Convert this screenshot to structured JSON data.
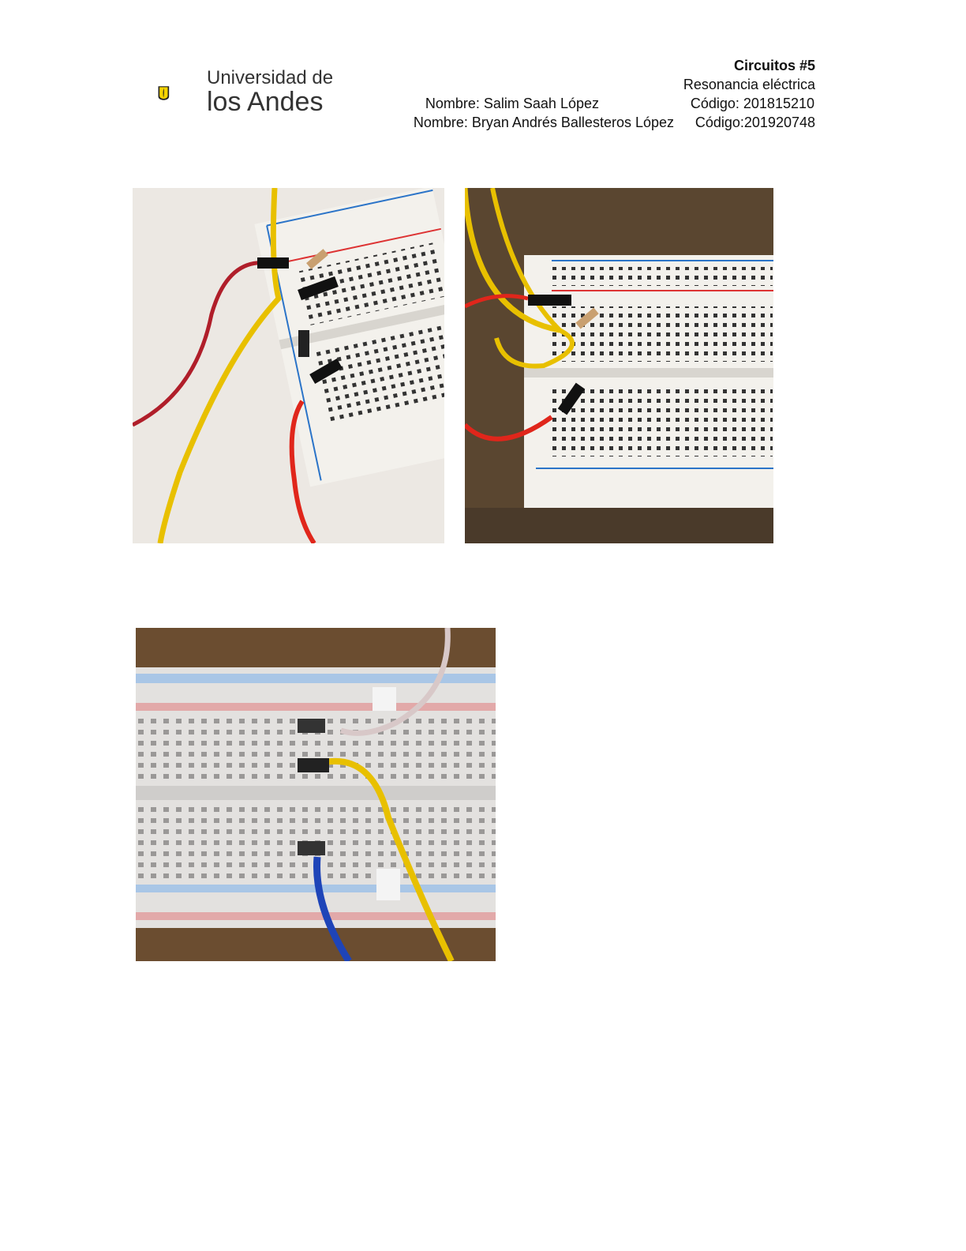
{
  "header": {
    "logo": {
      "line1": "Universidad de",
      "line2": "los Andes"
    },
    "course": "Circuitos #5",
    "topic": "Resonancia eléctrica",
    "students": [
      {
        "name": "Nombre: Salim Saah López",
        "code": "Código: 201815210"
      },
      {
        "name": "Nombre: Bryan Andrés Ballesteros López",
        "code": "Código:201920748"
      }
    ]
  },
  "photos": [
    {
      "name": "breadboard-photo-1"
    },
    {
      "name": "breadboard-photo-2"
    },
    {
      "name": "breadboard-photo-3"
    }
  ]
}
